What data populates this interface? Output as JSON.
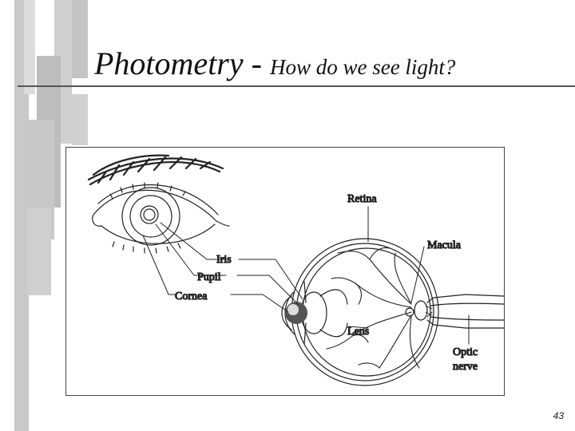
{
  "slide": {
    "title": "Photometry",
    "separator": " - ",
    "subtitle": "How do we see light?",
    "page_number": "43"
  },
  "figure": {
    "labels": {
      "retina": "Retina",
      "macula": "Macula",
      "iris": "Iris",
      "pupil": "Pupil",
      "cornea": "Cornea",
      "lens": "Lens",
      "optic_line1": "Optic",
      "optic_line2": "nerve"
    }
  },
  "colors": {
    "decor_bars": "#c4c4c4",
    "rule": "#555555",
    "line_art": "#222222"
  }
}
